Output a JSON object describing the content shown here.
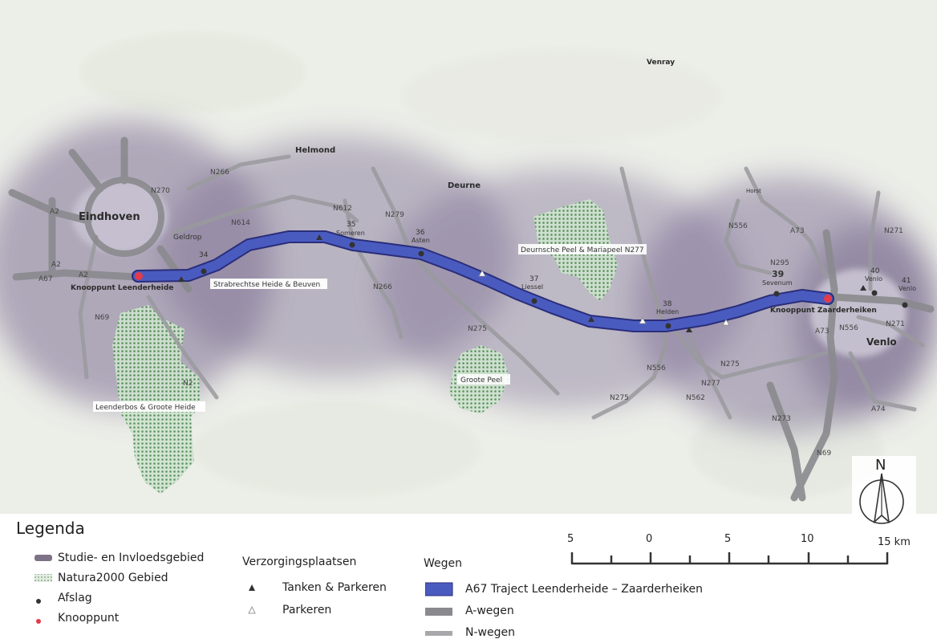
{
  "places": {
    "eindhoven": "Eindhoven",
    "helmond": "Helmond",
    "deurne": "Deurne",
    "venray": "Venray",
    "venlo": "Venlo",
    "geldrop": "Geldrop",
    "horst": "Horst"
  },
  "nature_areas": {
    "strabrechtse": "Strabrechtse Heide & Beuven",
    "leenderbos": "Leenderbos & Groote Heide",
    "deurnsche": "Deurnsche Peel & Mariapeel N277",
    "groote_peel": "Groote Peel"
  },
  "junctions": {
    "leenderheide": "Knooppunt Leenderheide",
    "zaarderheiken": "Knooppunt Zaarderheiken"
  },
  "exits": {
    "e34": "34",
    "e35": "35",
    "e35_name": "Someren",
    "e36": "36",
    "e36_name": "Asten",
    "e37": "37",
    "e37_name": "Liessel",
    "e38": "38",
    "e38_name": "Helden",
    "e39": "39",
    "e39_name": "Sevenum",
    "e40": "40",
    "e40_name": "Venlo",
    "e41": "41",
    "e41_name": "Venlo"
  },
  "roads": {
    "a2_1": "A2",
    "a2_2": "A2",
    "a2_3": "A2",
    "a67": "A67",
    "n279": "N279",
    "n614": "N614",
    "n612": "N612",
    "n270": "N270",
    "n266": "N266",
    "n275": "N275",
    "n556": "N556",
    "a73_1": "A73",
    "a73_2": "A73",
    "n271": "N271",
    "n295": "N295",
    "n277": "N277",
    "n562": "N562",
    "n273": "N273",
    "a74": "A74",
    "n69": "N69",
    "n2": "N2",
    "n556b": "N556"
  },
  "legend": {
    "title": "Legenda",
    "items": {
      "studie": "Studie- en Invloedsgebied",
      "natura": "Natura2000 Gebied",
      "afslag": "Afslag",
      "knooppunt": "Knooppunt"
    },
    "verzorging_title": "Verzorgingsplaatsen",
    "verzorging": {
      "tanken": "Tanken & Parkeren",
      "parkeren": "Parkeren"
    },
    "wegen_title": "Wegen",
    "wegen": {
      "a67": "A67 Traject Leenderheide – Zaarderheiken",
      "awegen": "A-wegen",
      "nwegen": "N-wegen"
    }
  },
  "scale": {
    "labels": [
      "5",
      "0",
      "5",
      "10",
      "15 km"
    ]
  },
  "north": "N",
  "colors": {
    "a67": "#4a5bc0",
    "road": "#8a8a8e",
    "study_area": "#7d6e93",
    "natura": "#4e8a52",
    "knooppunt": "#e33b4a",
    "exit": "#333333"
  }
}
